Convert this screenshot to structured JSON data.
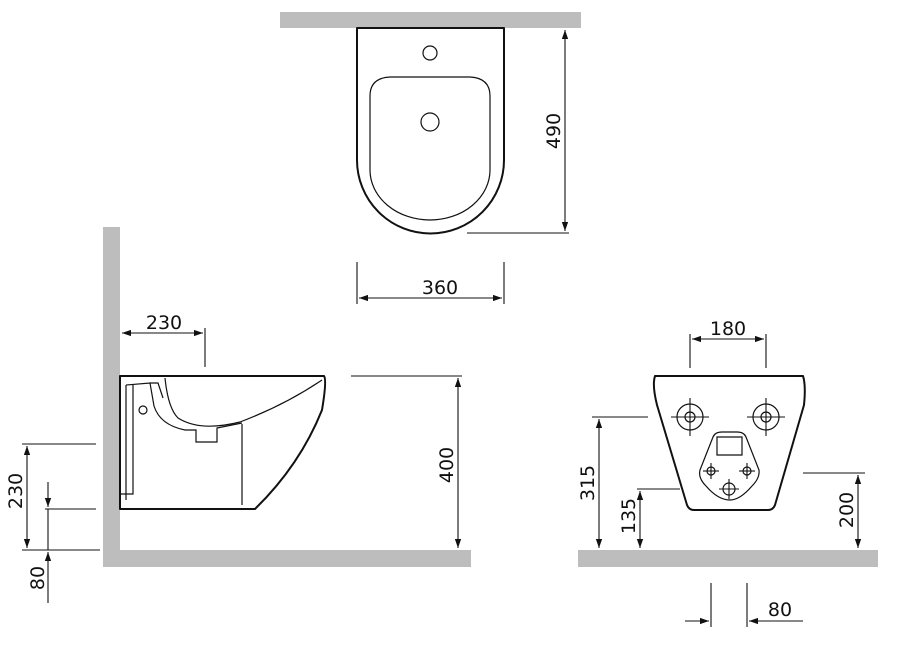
{
  "drawing": {
    "top_view": {
      "depth_label": "490",
      "width_label": "360"
    },
    "side_view": {
      "wall_offset_label": "230",
      "height_label": "400",
      "inlet_height_label": "230",
      "outlet_height_label": "80"
    },
    "front_view": {
      "bolt_spacing_label": "180",
      "bolt_height_label": "315",
      "outlet_height_label": "135",
      "inlet_height_label": "200",
      "outlet_spacing_label": "80"
    },
    "colors": {
      "wall": "#bdbdbd",
      "line": "#111111"
    }
  }
}
